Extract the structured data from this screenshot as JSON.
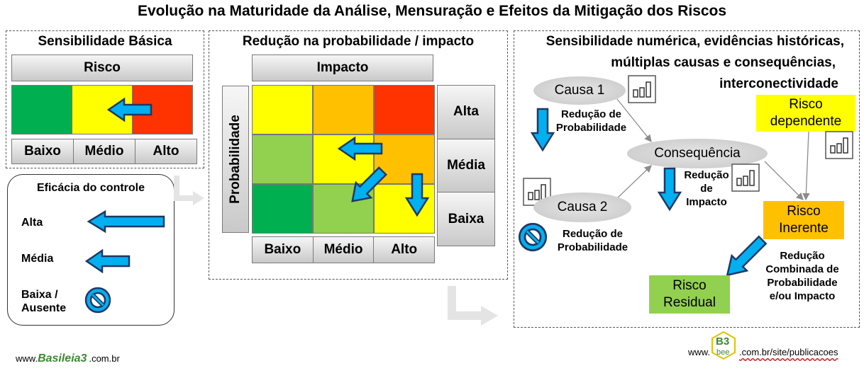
{
  "title": "Evolução na Maturidade da Análise, Mensuração e Efeitos da Mitigação dos Riscos",
  "panel1": {
    "title": "Sensibilidade Básica",
    "header": "Risco",
    "levels": [
      "Baixo",
      "Médio",
      "Alto"
    ],
    "colors": [
      "#00b050",
      "#ffff00",
      "#ff3300"
    ]
  },
  "control": {
    "title": "Eficácia do controle",
    "items": [
      "Alta",
      "Média",
      "Baixa /\nAusente"
    ]
  },
  "panel2": {
    "title": "Redução na probabilidade / impacto",
    "impact_header": "Impacto",
    "prob_header": "Probabilidade",
    "impact_levels": [
      "Baixo",
      "Médio",
      "Alto"
    ],
    "prob_levels": [
      "Alta",
      "Média",
      "Baixa"
    ],
    "grid_colors": [
      [
        "#ffff00",
        "#ffc000",
        "#ff3300"
      ],
      [
        "#92d050",
        "#ffff00",
        "#ffc000"
      ],
      [
        "#00b050",
        "#92d050",
        "#ffff00"
      ]
    ]
  },
  "panel3": {
    "title_lines": [
      "Sensibilidade numérica, evidências históricas,",
      "múltiplas causas e consequências,",
      "interconectividade"
    ],
    "cause1": "Causa 1",
    "cause2": "Causa 2",
    "consequence": "Consequência",
    "red_prob1": "Redução de\nProbabilidade",
    "red_prob2": "Redução de\nProbabilidade",
    "red_impact": "Redução\nde\nImpacto",
    "dependent": "Risco\ndependente",
    "inherent": "Risco\nInerente",
    "residual": "Risco\nResidual",
    "combined": "Redução\nCombinada de\nProbabilidade\ne/ou Impacto",
    "colors": {
      "dependent": "#ffff00",
      "inherent": "#ffc000",
      "residual": "#92d050"
    }
  },
  "footer": {
    "left_prefix": "www.",
    "left_brand": "Basileia3",
    "left_suffix": ".com.br",
    "right_prefix": "www.",
    "right_logo_top": "B3",
    "right_logo_bottom": "bee",
    "right_suffix": ".com.br/site/publicacoes"
  },
  "accent": "#00b0f0"
}
